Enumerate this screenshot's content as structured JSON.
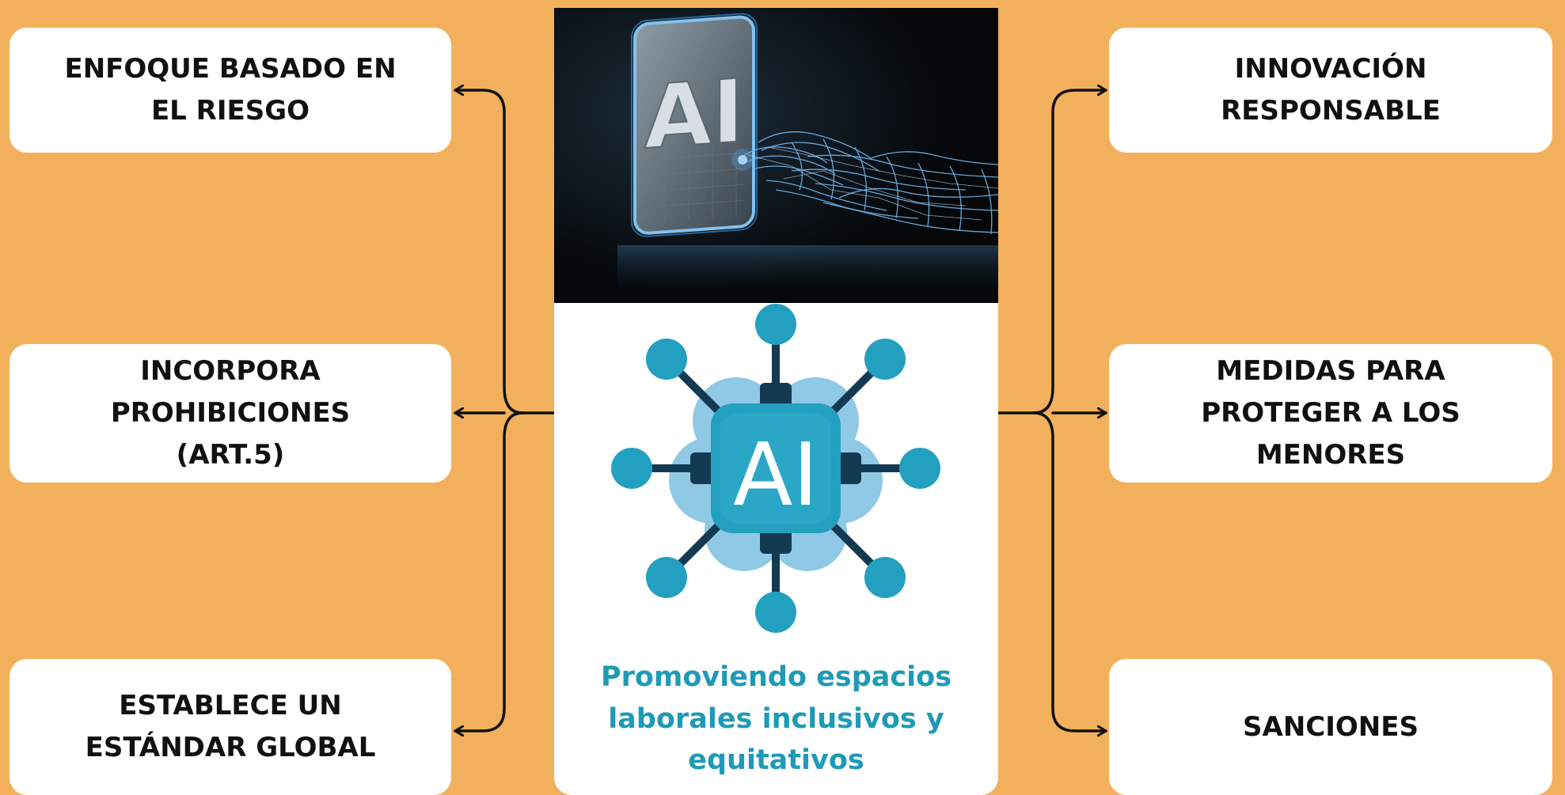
{
  "left_items": [
    {
      "label": "ENFOQUE BASADO EN\nEL RIESGO"
    },
    {
      "label": "INCORPORA\nPROHIBICIONES\n(ART.5)"
    },
    {
      "label": "ESTABLECE UN\nESTÁNDAR GLOBAL"
    }
  ],
  "right_items": [
    {
      "label": "INNOVACIÓN\nRESPONSABLE"
    },
    {
      "label": "MEDIDAS PARA\nPROTEGER A LOS\nMENORES"
    },
    {
      "label": "SANCIONES"
    }
  ],
  "center": {
    "photo_caption": "AI",
    "logo_text": "AI",
    "slogan": "Promoviendo espacios\nlaborales inclusivos y\nequitativos"
  },
  "colors": {
    "background": "#f3b05c",
    "box": "#ffffff",
    "slogan": "#1f9ab6",
    "logo_primary": "#23a0c0",
    "logo_light": "#8fc9e6",
    "logo_dark": "#143a52",
    "connector": "#111111"
  },
  "icons": [
    "ai-hand-photo",
    "ai-network-icon",
    "arrow-icon"
  ]
}
